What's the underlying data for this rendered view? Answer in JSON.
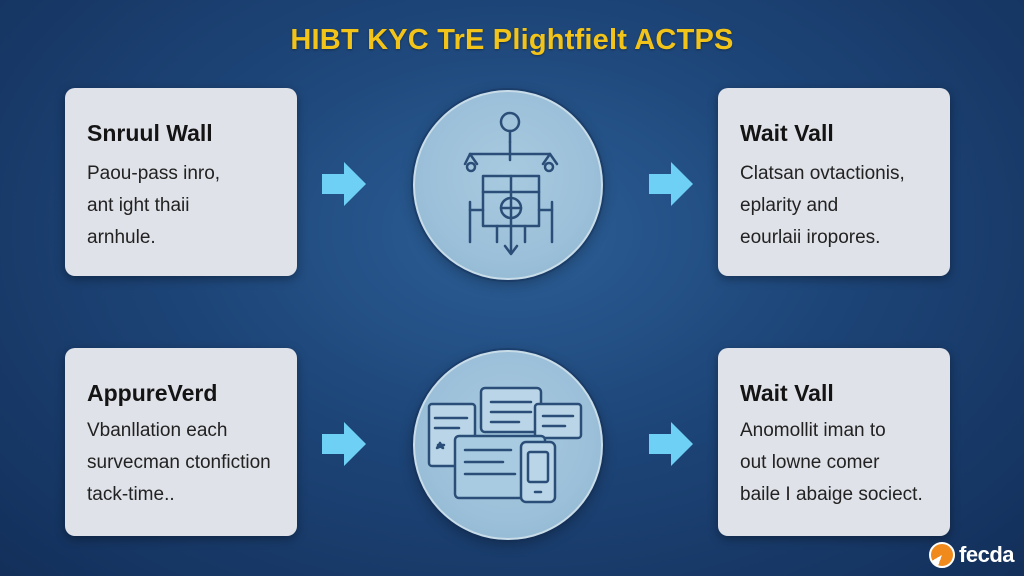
{
  "title": "HIBT KYC TrE Plightfielt ACTPS",
  "cards": [
    {
      "title": "Snruul Wall",
      "lines": [
        "Paou-pass inro,",
        "ant ight thaii",
        "arnhule."
      ]
    },
    {
      "title": "Wait Vall",
      "lines": [
        "Clatsan ovtactionis,",
        "eplarity and",
        "eourlaii iropores."
      ]
    },
    {
      "title": "AppureVerd",
      "lines": [
        "Vbanllation each",
        "survecman ctonfiction",
        "tack-time.."
      ]
    },
    {
      "title": "Wait Vall",
      "lines": [
        "Anomollit iman to",
        "out lowne comer",
        "baile I abaige sociect."
      ]
    }
  ],
  "icons": {
    "top": "network-diagram-icon",
    "bottom": "documents-devices-icon",
    "arrow": "right-arrow-icon"
  },
  "brand": {
    "text": "fecda",
    "logo": "brand-logo-icon"
  },
  "colors": {
    "title": "#f2c318",
    "arrow": "#6fd0f5",
    "card": "#dfe2e8",
    "circle": "#9cc0d9",
    "icon_stroke": "#2b4e78"
  }
}
